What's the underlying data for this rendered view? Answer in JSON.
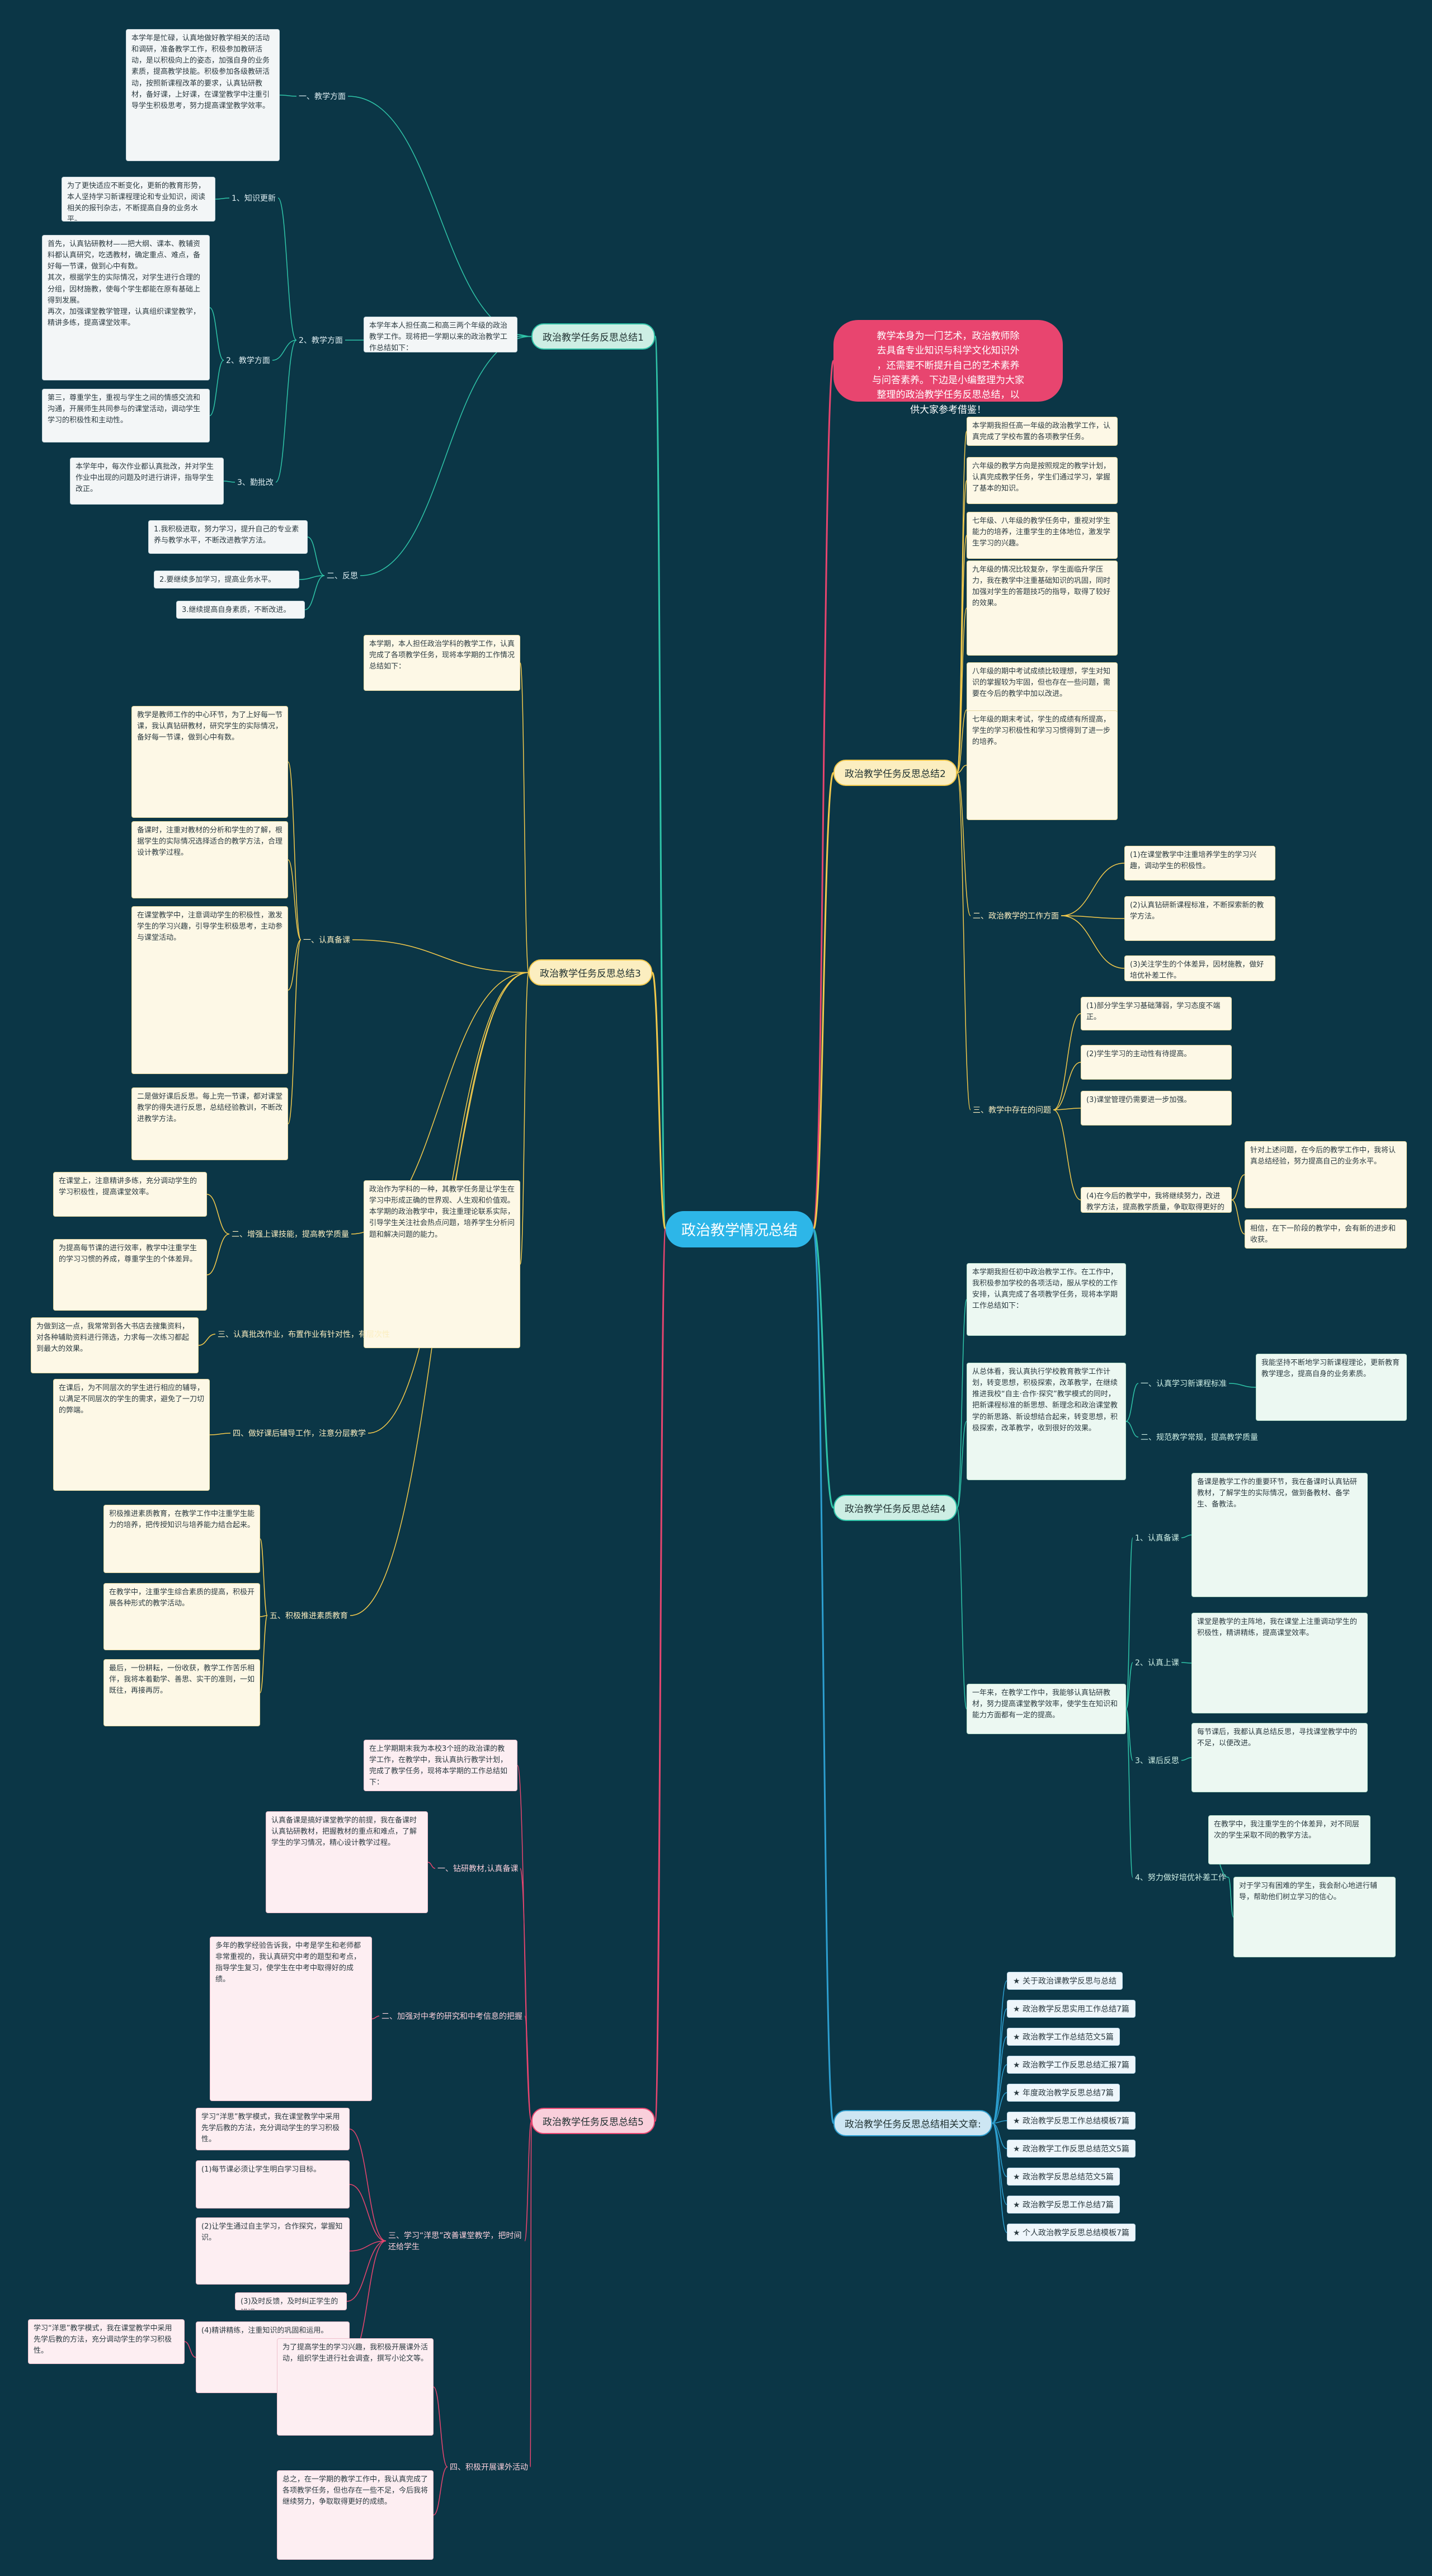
{
  "center": "政治教学情况总结",
  "intro": "教学本身为一门艺术，政治教师除\n去具备专业知识与科学文化知识外\n，还需要不断提升自己的艺术素养\n与问答素养。下边是小编整理为大家\n整理的政治教学任务反思总结，以\n供大家参考借鉴！",
  "branches": {
    "b1": {
      "label": "政治教学任务反思总结1",
      "intro": "本学年本人担任高二和高三两个年级的政治教学工作。现将把一学期以来的政治教学工作总结如下：",
      "subs": {
        "s1": {
          "label": "一、教学方面",
          "text": "本学年是忙碌，认真地做好教学相关的活动和调研，准备教学工作，积极参加教研活动，是以积极向上的姿态，加强自身的业务素质，提高教学技能。积极参加各级教研活动，按照新课程改革的要求，认真钻研教材，备好课，上好课，在课堂教学中注重引导学生积极思考，努力提高课堂教学效率。"
        },
        "s2": {
          "label": "1、知识更新",
          "text": "为了更快适应不断变化，更新的教育形势，本人坚持学习新课程理论和专业知识，阅读相关的报刊杂志，不断提高自身的业务水平。"
        },
        "s3": {
          "label": "2、教学方面",
          "text1": "首先，认真钻研教材——把大纲、课本、教辅资料都认真研究，吃透教材，确定重点、难点，备好每一节课，做到心中有数。\n其次，根据学生的实际情况，对学生进行合理的分组，因材施教，使每个学生都能在原有基础上得到发展。\n再次，加强课堂教学管理，认真组织课堂教学，精讲多练，提高课堂效率。",
          "text2": "第三，尊重学生，重视与学生之间的情感交流和沟通，开展师生共同参与的课堂活动，调动学生学习的积极性和主动性。"
        },
        "s4": {
          "label": "3、勤批改",
          "text": "本学年中，每次作业都认真批改，并对学生作业中出现的问题及时进行讲评，指导学生改正。"
        },
        "s5": {
          "label": "二、反思",
          "items": [
            "1.我积极进取，努力学习，提升自己的专业素养与教学水平，不断改进教学方法。",
            "2.要继续多加学习，提高业务水平。",
            "3.继续提高自身素质，不断改进。"
          ]
        }
      }
    },
    "b2": {
      "label": "政治教学任务反思总结2",
      "texts": [
        "本学期我担任高一年级的政治教学工作，认真完成了学校布置的各项教学任务。",
        "六年级的教学方向是按照规定的教学计划，认真完成教学任务，学生们通过学习，掌握了基本的知识。",
        "七年级、八年级的教学任务中，重视对学生能力的培养，注重学生的主体地位，激发学生学习的兴趣。",
        "九年级的情况比较复杂，学生面临升学压力，我在教学中注重基础知识的巩固，同时加强对学生的答题技巧的指导，取得了较好的效果。",
        "八年级的期中考试成绩比较理想，学生对知识的掌握较为牢固，但也存在一些问题，需要在今后的教学中加以改进。",
        "七年级的期末考试，学生的成绩有所提高，学生的学习积极性和学习习惯得到了进一步的培养。"
      ],
      "sub_label": "二、政治教学的工作方面",
      "sub_items": [
        "(1)在课堂教学中注重培养学生的学习兴趣，调动学生的积极性。",
        "(2)认真钻研新课程标准，不断探索新的教学方法。",
        "(3)关注学生的个体差异，因材施教，做好培优补差工作。"
      ],
      "sub2_label": "三、教学中存在的问题",
      "sub2_items": [
        "(1)部分学生学习基础薄弱，学习态度不端正。",
        "(2)学生学习的主动性有待提高。",
        "(3)课堂管理仍需要进一步加强。",
        "(4)在今后的教学中，我将继续努力，改进教学方法，提高教学质量，争取取得更好的成绩。"
      ],
      "side_text": "针对上述问题，在今后的教学工作中，我将认真总结经验，努力提高自己的业务水平。",
      "side_text2": "相信，在下一阶段的教学中，会有新的进步和收获。"
    },
    "b3": {
      "label": "政治教学任务反思总结3",
      "intro": "本学期，本人担任政治学科的教学工作，认真完成了各项教学任务，现将本学期的工作情况总结如下：",
      "subs": {
        "s1": {
          "label": "一、认真备课",
          "texts": [
            "教学是教师工作的中心环节，为了上好每一节课，我认真钻研教材，研究学生的实际情况，备好每一节课，做到心中有数。",
            "备课时，注重对教材的分析和学生的了解，根据学生的实际情况选择适合的教学方法，合理设计教学过程。",
            "在课堂教学中，注意调动学生的积极性，激发学生的学习兴趣，引导学生积极思考，主动参与课堂活动。",
            "二是做好课后反思。每上完一节课，都对课堂教学的得失进行反思，总结经验教训，不断改进教学方法。"
          ]
        },
        "s2": {
          "label": "二、增强上课技能，提高教学质量",
          "texts": [
            "在课堂上，注意精讲多练，充分调动学生的学习积极性，提高课堂效率。",
            "为提高每节课的进行效率，教学中注重学生的学习习惯的养成，尊重学生的个体差异。"
          ]
        },
        "s3": {
          "label": "三、认真批改作业，布置作业有针对性，有层次性",
          "text": "为做到这一点，我常常到各大书店去搜集资料，对各种辅助资料进行筛选，力求每一次练习都起到最大的效果。"
        },
        "s4": {
          "label": "四、做好课后辅导工作，注意分层教学",
          "text": "在课后，为不同层次的学生进行相应的辅导，以满足不同层次的学生的需求，避免了一刀切的弊端。"
        },
        "s5": {
          "label": "五、积极推进素质教育",
          "texts": [
            "积极推进素质教育，在教学工作中注重学生能力的培养，把传授知识与培养能力结合起来。",
            "在教学中，注重学生综合素质的提高，积极开展各种形式的教学活动。",
            "最后，一份耕耘，一份收获，教学工作苦乐相伴，我将本着勤学、善思、实干的准则，一如既往，再接再厉。"
          ]
        }
      },
      "side_text": "政治作为学科的一种，其教学任务是让学生在学习中形成正确的世界观、人生观和价值观。本学期的政治教学中，我注重理论联系实际，引导学生关注社会热点问题，培养学生分析问题和解决问题的能力。"
    },
    "b4": {
      "label": "政治教学任务反思总结4",
      "intro": "本学期我担任初中政治教学工作。在工作中，我积极参加学校的各项活动，服从学校的工作安排，认真完成了各项教学任务，现将本学期工作总结如下：",
      "mid_text": "从总体看，我认真执行学校教育教学工作计划，转变思想，积极探索，改革教学，在继续推进我校“自主·合作·探究”教学模式的同时，把新课程标准的新思想、新理念和政治课堂教学的新思路、新设想结合起来，转变思想，积极探索，改革教学，收到很好的效果。",
      "sub_a": "一、认真学习新课程标准",
      "sub_a_text": "我能坚持不断地学习新课程理论，更新教育教学理念，提高自身的业务素质。",
      "sub_b": "二、规范教学常规，提高教学质量",
      "bottom_text": "一年来，在教学工作中，我能够认真钻研教材，努力提高课堂教学效率，使学生在知识和能力方面都有一定的提高。",
      "subs": [
        {
          "label": "1、认真备课",
          "text": "备课是教学工作的重要环节，我在备课时认真钻研教材，了解学生的实际情况，做到备教材、备学生、备教法。"
        },
        {
          "label": "2、认真上课",
          "text": "课堂是教学的主阵地，我在课堂上注重调动学生的积极性，精讲精练，提高课堂效率。"
        },
        {
          "label": "3、课后反思",
          "text": "每节课后，我都认真总结反思，寻找课堂教学中的不足，以便改进。"
        },
        {
          "label": "4、努力做好培优补差工作",
          "texts": [
            "在教学中，我注重学生的个体差异，对不同层次的学生采取不同的教学方法。",
            "对于学习有困难的学生，我会耐心地进行辅导，帮助他们树立学习的信心。"
          ]
        }
      ]
    },
    "b5": {
      "label": "政治教学任务反思总结5",
      "intro": "在上学期期末我为本校3个班的政治课的教学工作，在教学中，我认真执行教学计划，完成了教学任务，现将本学期的工作总结如下：",
      "subs": [
        {
          "label": "一、钻研教材,认真备课",
          "text": "认真备课是搞好课堂教学的前提，我在备课时认真钻研教材，把握教材的重点和难点，了解学生的学习情况，精心设计教学过程。"
        },
        {
          "label": "二、加强对中考的研究和中考信息的把握",
          "text": "多年的教学经验告诉我，中考是学生和老师都非常重视的，我认真研究中考的题型和考点，指导学生复习，使学生在中考中取得好的成绩。"
        },
        {
          "label": "三、学习“洋思”改善课堂教学，把时间还给学生",
          "texts": [
            "学习“洋思”教学模式，我在课堂教学中采用先学后教的方法，充分调动学生的学习积极性。",
            "(1)每节课必须让学生明白学习目标。",
            "(2)让学生通过自主学习，合作探究，掌握知识。",
            "(3)及时反馈，及时纠正学生的错误。",
            "(4)精讲精练，注重知识的巩固和运用。"
          ]
        },
        {
          "label": "四、积极开展课外活动",
          "texts": [
            "为了提高学生的学习兴趣，我积极开展课外活动，组织学生进行社会调查，撰写小论文等。",
            "总之，在一学期的教学工作中，我认真完成了各项教学任务，但也存在一些不足，今后我将继续努力，争取取得更好的成绩。"
          ]
        }
      ]
    },
    "b6": {
      "label": "政治教学任务反思总结相关文章:",
      "items": [
        "★ 关于政治课教学反思与总结",
        "★ 政治教学反思实用工作总结7篇",
        "★ 政治教学工作总结范文5篇",
        "★ 政治教学工作反思总结汇报7篇",
        "★ 年度政治教学反思总结7篇",
        "★ 政治教学反思工作总结模板7篇",
        "★ 政治教学工作反思总结范文5篇",
        "★ 政治教学反思总结范文5篇",
        "★ 政治教学反思工作总结7篇",
        "★ 个人政治教学反思总结模板7篇"
      ]
    }
  },
  "colors": {
    "background": "#0b3646",
    "center": "#2db6e8",
    "intro": "#e8456f",
    "b1": "#2fc4a8",
    "b2": "#f2c94c",
    "b3": "#f2c94c",
    "b4": "#2fc4a8",
    "b5": "#e8456f",
    "b6": "#2d9fd0"
  }
}
